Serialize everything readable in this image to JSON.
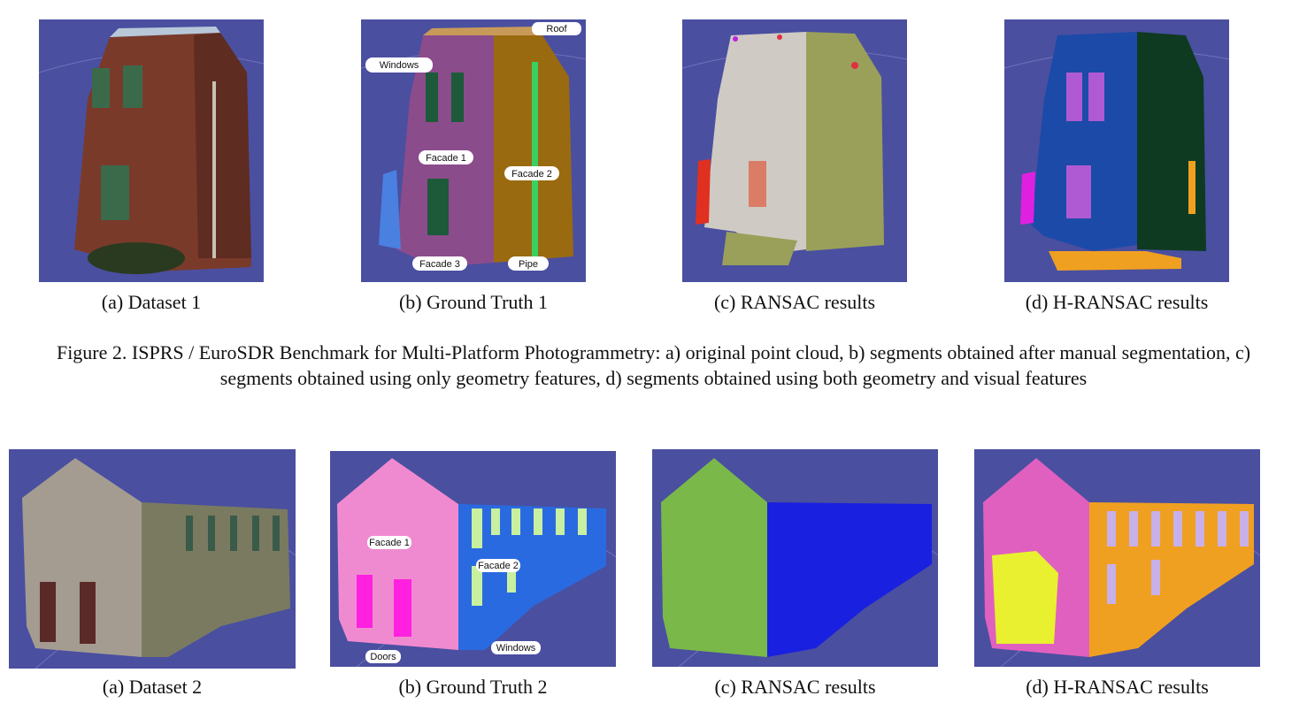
{
  "row1": {
    "captions": [
      "(a) Dataset 1",
      "(b) Ground Truth 1",
      "(c) RANSAC results",
      "(d) H-RANSAC results"
    ],
    "gt_labels": {
      "roof": "Roof",
      "windows": "Windows",
      "facade1": "Facade 1",
      "facade2": "Facade 2",
      "facade3": "Facade 3",
      "pipe": "Pipe"
    }
  },
  "figure_caption": "Figure 2. ISPRS / EuroSDR Benchmark for Multi-Platform Photogrammetry: a) original point cloud, b) segments obtained after manual segmentation, c) segments obtained using only geometry features, d) segments obtained using both geometry and visual features",
  "row2": {
    "captions": [
      "(a) Dataset 2",
      "(b) Ground Truth 2",
      "(c) RANSAC results",
      "(d) H-RANSAC results"
    ],
    "gt_labels": {
      "facade1": "Facade 1",
      "facade2": "Facade 2",
      "doors": "Doors",
      "windows": "Windows"
    }
  },
  "colors": {
    "viewer_background": "#4a4fa0",
    "brick": "#7a3a2a",
    "gt_facade1": "#8b4c8c",
    "gt_facade2": "#9a6a10",
    "gt_facade3": "#4a80e0",
    "gt_window": "#1c5a3a",
    "gt_pipe": "#3ad060",
    "ransac_grey": "#cfcbc4",
    "ransac_olive": "#9aa05a",
    "hransac_blue": "#1c4aa8",
    "hransac_darkgreen": "#0e3a22",
    "hransac_magenta": "#e020e0",
    "gt2_pink": "#f08ad0",
    "gt2_blue": "#2a6ae0",
    "gt2_lightgreen": "#c8f0a0",
    "gt2_magenta": "#ff20e0",
    "ransac2_green": "#7ab84a",
    "ransac2_blue": "#1a20e0",
    "hransac2_pink": "#e060c0",
    "hransac2_orange": "#f0a020",
    "hransac2_yellow": "#e8f030",
    "hransac2_lavender": "#c8b0e8"
  }
}
